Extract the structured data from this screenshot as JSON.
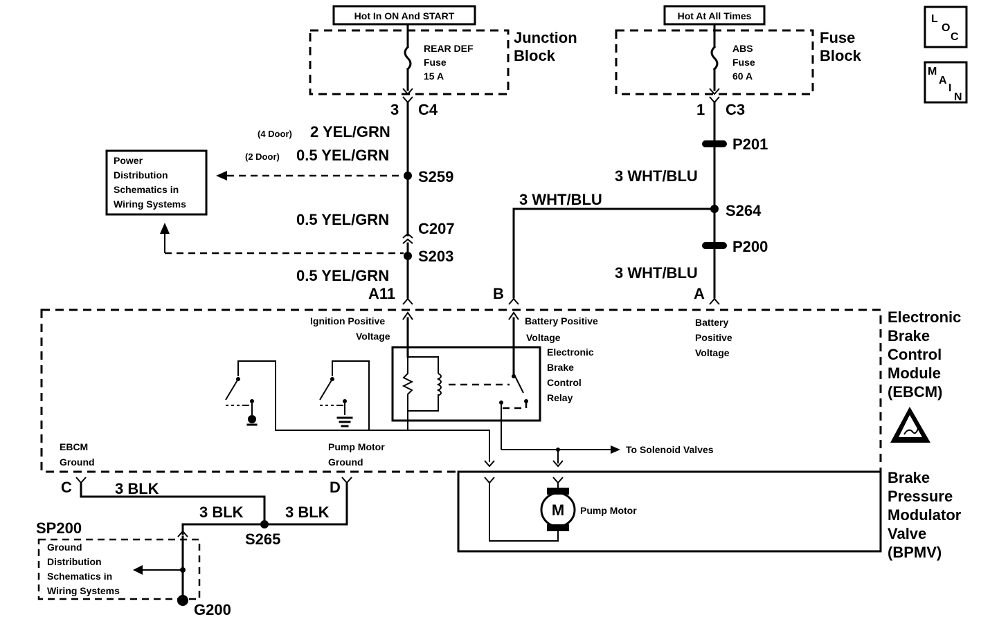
{
  "power": {
    "hot_on_start": "Hot In ON And START",
    "hot_all_times": "Hot At All Times"
  },
  "junction_block": {
    "label1": "Junction",
    "label2": "Block",
    "fuse_name": "REAR DEF",
    "fuse_word": "Fuse",
    "fuse_amp": "15 A"
  },
  "fuse_block": {
    "label1": "Fuse",
    "label2": "Block",
    "fuse_name": "ABS",
    "fuse_word": "Fuse",
    "fuse_amp": "60 A"
  },
  "nav": {
    "loc_l": "L",
    "loc_o": "O",
    "loc_c": "C",
    "main_m": "M",
    "main_a": "A",
    "main_i": "I",
    "main_n": "N"
  },
  "connectors": {
    "c4_pin": "3",
    "c4": "C4",
    "c3_pin": "1",
    "c3": "C3",
    "c207": "C207",
    "p201": "P201",
    "p200": "P200",
    "s259": "S259",
    "s203": "S203",
    "s264": "S264",
    "s265": "S265",
    "a11": "A11",
    "b": "B",
    "a": "A",
    "c": "C",
    "d": "D",
    "g200": "G200",
    "sp200": "SP200"
  },
  "wires": {
    "four_door_tag": "(4 Door)",
    "four_door": "2 YEL/GRN",
    "two_door_tag": "(2 Door)",
    "two_door": "0.5 YEL/GRN",
    "yg_mid": "0.5 YEL/GRN",
    "yg_low": "0.5 YEL/GRN",
    "wb_top": "3 WHT/BLU",
    "wb_left": "3 WHT/BLU",
    "wb_low": "3 WHT/BLU",
    "blk1": "3 BLK",
    "blk2": "3 BLK",
    "blk3": "3 BLK"
  },
  "refs": {
    "power_dist": [
      "Power",
      "Distribution",
      "Schematics in",
      "Wiring Systems"
    ],
    "ground_dist": [
      "Ground",
      "Distribution",
      "Schematics in",
      "Wiring Systems"
    ]
  },
  "ebcm": {
    "title": [
      "Electronic",
      "Brake",
      "Control",
      "Module",
      "(EBCM)"
    ],
    "ign_pos": [
      "Ignition Positive",
      "Voltage"
    ],
    "bat_pos_b": [
      "Battery Positive",
      "Voltage"
    ],
    "bat_pos_a": [
      "Battery",
      "Positive",
      "Voltage"
    ],
    "relay": [
      "Electronic",
      "Brake",
      "Control",
      "Relay"
    ],
    "ebcm_ground": [
      "EBCM",
      "Ground"
    ],
    "pump_ground": [
      "Pump Motor",
      "Ground"
    ],
    "to_solenoid": "To Solenoid Valves"
  },
  "bpmv": {
    "title": [
      "Brake",
      "Pressure",
      "Modulator",
      "Valve",
      "(BPMV)"
    ],
    "motor_letter": "M",
    "motor_label": "Pump Motor"
  }
}
